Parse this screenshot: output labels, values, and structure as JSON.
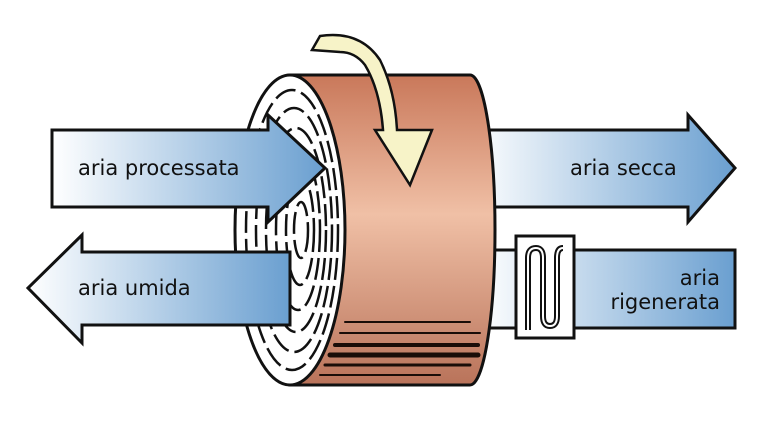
{
  "labels": {
    "process_air": "aria processata",
    "dry_air": "aria secca",
    "humid_air": "aria umida",
    "regen_air_line1": "aria",
    "regen_air_line2": "rigenerata"
  },
  "colors": {
    "arrow_blue": "#6a9fd0",
    "wheel_copper": "#c98a6e",
    "rotation_arrow": "#f7f3c8",
    "outline": "#111111"
  }
}
